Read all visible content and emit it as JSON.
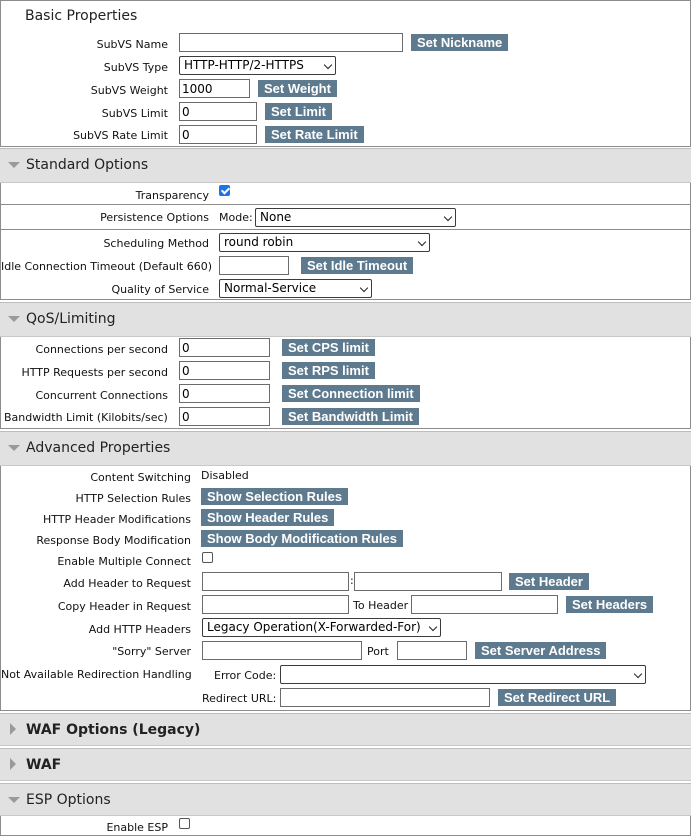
{
  "basic": {
    "title": "Basic Properties",
    "subvs_name_label": "SubVS Name",
    "subvs_name_value": "",
    "set_nickname": "Set Nickname",
    "subvs_type_label": "SubVS Type",
    "subvs_type_value": "HTTP-HTTP/2-HTTPS",
    "subvs_weight_label": "SubVS Weight",
    "subvs_weight_value": "1000",
    "set_weight": "Set Weight",
    "subvs_limit_label": "SubVS Limit",
    "subvs_limit_value": "0",
    "set_limit": "Set Limit",
    "subvs_rate_label": "SubVS Rate Limit",
    "subvs_rate_value": "0",
    "set_rate_limit": "Set Rate Limit"
  },
  "standard": {
    "title": "Standard Options",
    "transparency_label": "Transparency",
    "transparency_checked": true,
    "persistence_label": "Persistence Options",
    "mode_label": "Mode:",
    "mode_value": "None",
    "scheduling_label": "Scheduling Method",
    "scheduling_value": "round robin",
    "idle_label": "Idle Connection Timeout (Default 660)",
    "idle_value": "",
    "set_idle": "Set Idle Timeout",
    "qos_label": "Quality of Service",
    "qos_value": "Normal-Service"
  },
  "qos": {
    "title": "QoS/Limiting",
    "cps_label": "Connections per second",
    "cps_value": "0",
    "set_cps": "Set CPS limit",
    "rps_label": "HTTP Requests per second",
    "rps_value": "0",
    "set_rps": "Set RPS limit",
    "conc_label": "Concurrent Connections",
    "conc_value": "0",
    "set_conc": "Set Connection limit",
    "bw_label": "Bandwidth Limit (Kilobits/sec)",
    "bw_value": "0",
    "set_bw": "Set Bandwidth Limit"
  },
  "advanced": {
    "title": "Advanced Properties",
    "content_switching_label": "Content Switching",
    "content_switching_value": "Disabled",
    "http_sel_label": "HTTP Selection Rules",
    "show_sel": "Show Selection Rules",
    "http_hdr_mod_label": "HTTP Header Modifications",
    "show_hdr": "Show Header Rules",
    "resp_body_label": "Response Body Modification",
    "show_body": "Show Body Modification Rules",
    "multi_conn_label": "Enable Multiple Connect",
    "add_hdr_label": "Add Header to Request",
    "add_hdr_sep": ":",
    "set_header": "Set Header",
    "copy_hdr_label": "Copy Header in Request",
    "to_header_label": "To Header",
    "set_headers": "Set Headers",
    "add_http_label": "Add HTTP Headers",
    "add_http_value": "Legacy Operation(X-Forwarded-For)",
    "sorry_label": "\"Sorry\" Server",
    "port_label": "Port",
    "set_server": "Set Server Address",
    "nar_label": "Not Available Redirection Handling",
    "error_code_label": "Error Code:",
    "error_code_value": "",
    "redirect_label": "Redirect URL:",
    "set_redirect": "Set Redirect URL"
  },
  "waf_legacy": {
    "title": "WAF Options (Legacy)"
  },
  "waf": {
    "title": "WAF"
  },
  "esp": {
    "title": "ESP Options",
    "enable_label": "Enable ESP"
  }
}
